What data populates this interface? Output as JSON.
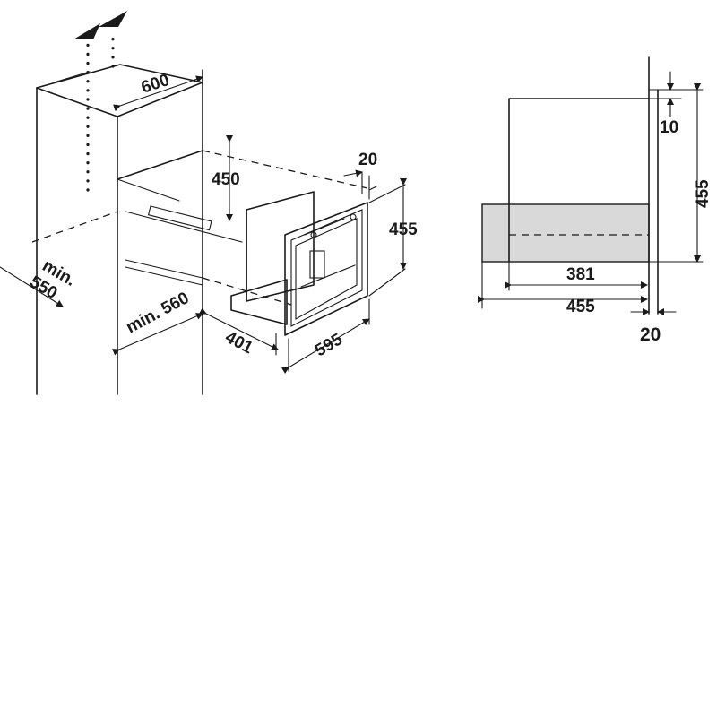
{
  "iso_view": {
    "dim_cabinet_width": "600",
    "dim_min_depth": "min.\n550",
    "dim_min_depth_line1": "min.",
    "dim_min_depth_line2": "550",
    "dim_opening_depth": "min. 560",
    "dim_opening_height": "450",
    "dim_unit_depth": "401",
    "dim_front_width": "595",
    "dim_front_height": "455",
    "dim_front_overhang": "20"
  },
  "side_view": {
    "dim_top_gap": "10",
    "dim_total_height": "455",
    "dim_body_depth": "381",
    "dim_total_depth": "455",
    "dim_front_thickness": "20"
  },
  "colors": {
    "line": "#1a1a1a",
    "shade": "#d9d9d9"
  }
}
